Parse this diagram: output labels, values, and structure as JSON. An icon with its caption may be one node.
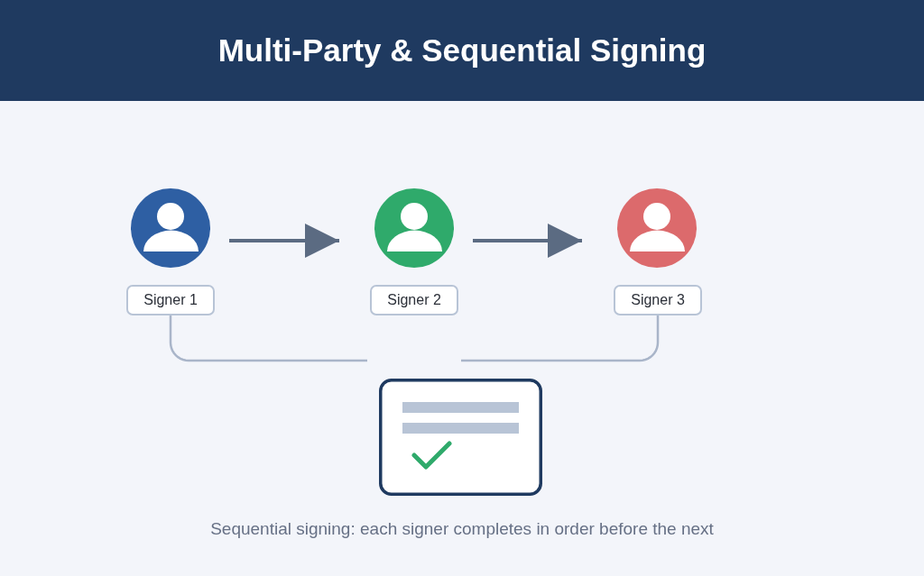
{
  "diagram": {
    "title": "Multi-Party & Sequential Signing",
    "caption": "Sequential signing: each signer completes in order before the next",
    "nodes": [
      {
        "text": [],
        "shape": "person"
      },
      {
        "text": [],
        "shape": "person"
      },
      {
        "text": [],
        "shape": "person"
      },
      {
        "text": [
          "Signer 1"
        ]
      },
      {
        "text": [
          "Signer 2"
        ]
      },
      {
        "text": [
          "Signer 3"
        ]
      },
      {
        "text": [],
        "shape": "picture"
      }
    ],
    "edges": [
      {
        "from": 0,
        "to": 1,
        "arrow": "to"
      },
      {
        "from": 1,
        "to": 2,
        "arrow": "to"
      },
      {
        "from": 3,
        "to": null,
        "arrow": "none",
        "color": "#a9b5c9"
      },
      {
        "from": 5,
        "to": null,
        "arrow": "none",
        "color": "#a9b5c9"
      }
    ]
  }
}
